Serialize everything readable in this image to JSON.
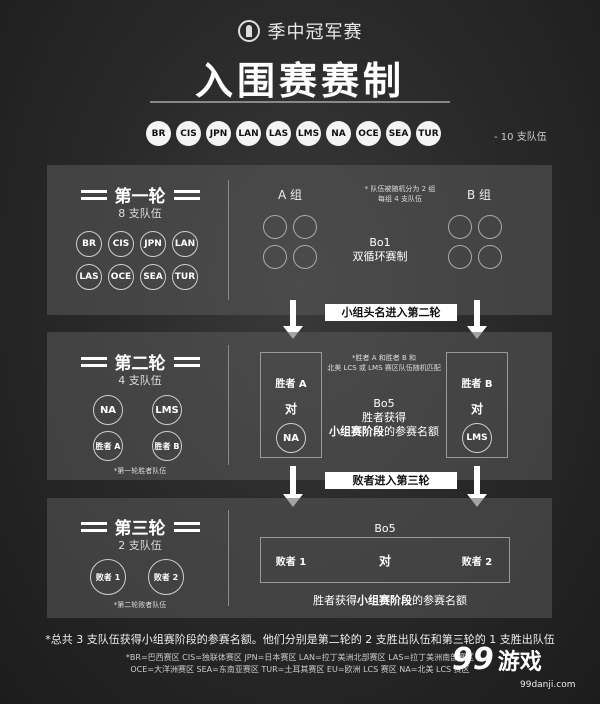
{
  "header": {
    "logo_text": "季中冠军赛",
    "title": "入围赛赛制"
  },
  "teams": {
    "chips": [
      "BR",
      "CIS",
      "JPN",
      "LAN",
      "LAS",
      "LMS",
      "NA",
      "OCE",
      "SEA",
      "TUR"
    ],
    "count_label": "- 10 支队伍"
  },
  "round1": {
    "title": "第一轮",
    "sub": "8 支队伍",
    "teams_row1": [
      "BR",
      "CIS",
      "JPN",
      "LAN"
    ],
    "teams_row2": [
      "LAS",
      "OCE",
      "SEA",
      "TUR"
    ],
    "group_a": "A 组",
    "group_b": "B 组",
    "note_line1": "* 队伍被随机分为 2 组",
    "note_line2": "每组 4 支队伍",
    "format_line1": "Bo1",
    "format_line2": "双循环赛制"
  },
  "banner1": "小组头名进入第二轮",
  "round2": {
    "title": "第二轮",
    "sub": "4 支队伍",
    "team_na": "NA",
    "team_lms": "LMS",
    "winner_a": "胜者 A",
    "winner_b": "胜者 B",
    "left_note": "*第一轮胜者队伍",
    "note_line1": "*胜者 A 和胜者 B 和",
    "note_line2": "北美 LCS 或 LMS 赛区队伍随机匹配",
    "left_top": "胜者 A",
    "left_vs": "对",
    "left_bottom": "NA",
    "right_top": "胜者 B",
    "right_vs": "对",
    "right_bottom": "LMS",
    "format": "Bo5",
    "result_line1": "胜者获得",
    "result_bold": "小组赛阶段",
    "result_tail": "的参赛名额"
  },
  "banner2": "败者进入第三轮",
  "round3": {
    "title": "第三轮",
    "sub": "2 支队伍",
    "loser1": "败者 1",
    "loser2": "败者 2",
    "left_note": "*第二轮败者队伍",
    "format": "Bo5",
    "match_left": "败者 1",
    "match_vs": "对",
    "match_right": "败者 2",
    "result_head": "胜者获得",
    "result_bold": "小组赛阶段",
    "result_tail": "的参赛名额"
  },
  "footer": {
    "summary": "*总共 3 支队伍获得小组赛阶段的参赛名额。他们分别是第二轮的 2 支胜出队伍和第三轮的 1 支胜出队伍",
    "legend_line1": "*BR=巴西赛区 CIS=独联体赛区 JPN=日本赛区 LAN=拉丁美洲北部赛区 LAS=拉丁美洲南部赛区",
    "legend_line2": "OCE=大洋洲赛区 SEA=东南亚赛区 TUR=土耳其赛区 EU=欧洲 LCS 赛区 NA=北美 LCS 赛区"
  },
  "watermark": {
    "num": "99",
    "name": "游戏",
    "url": "99danji.com"
  }
}
